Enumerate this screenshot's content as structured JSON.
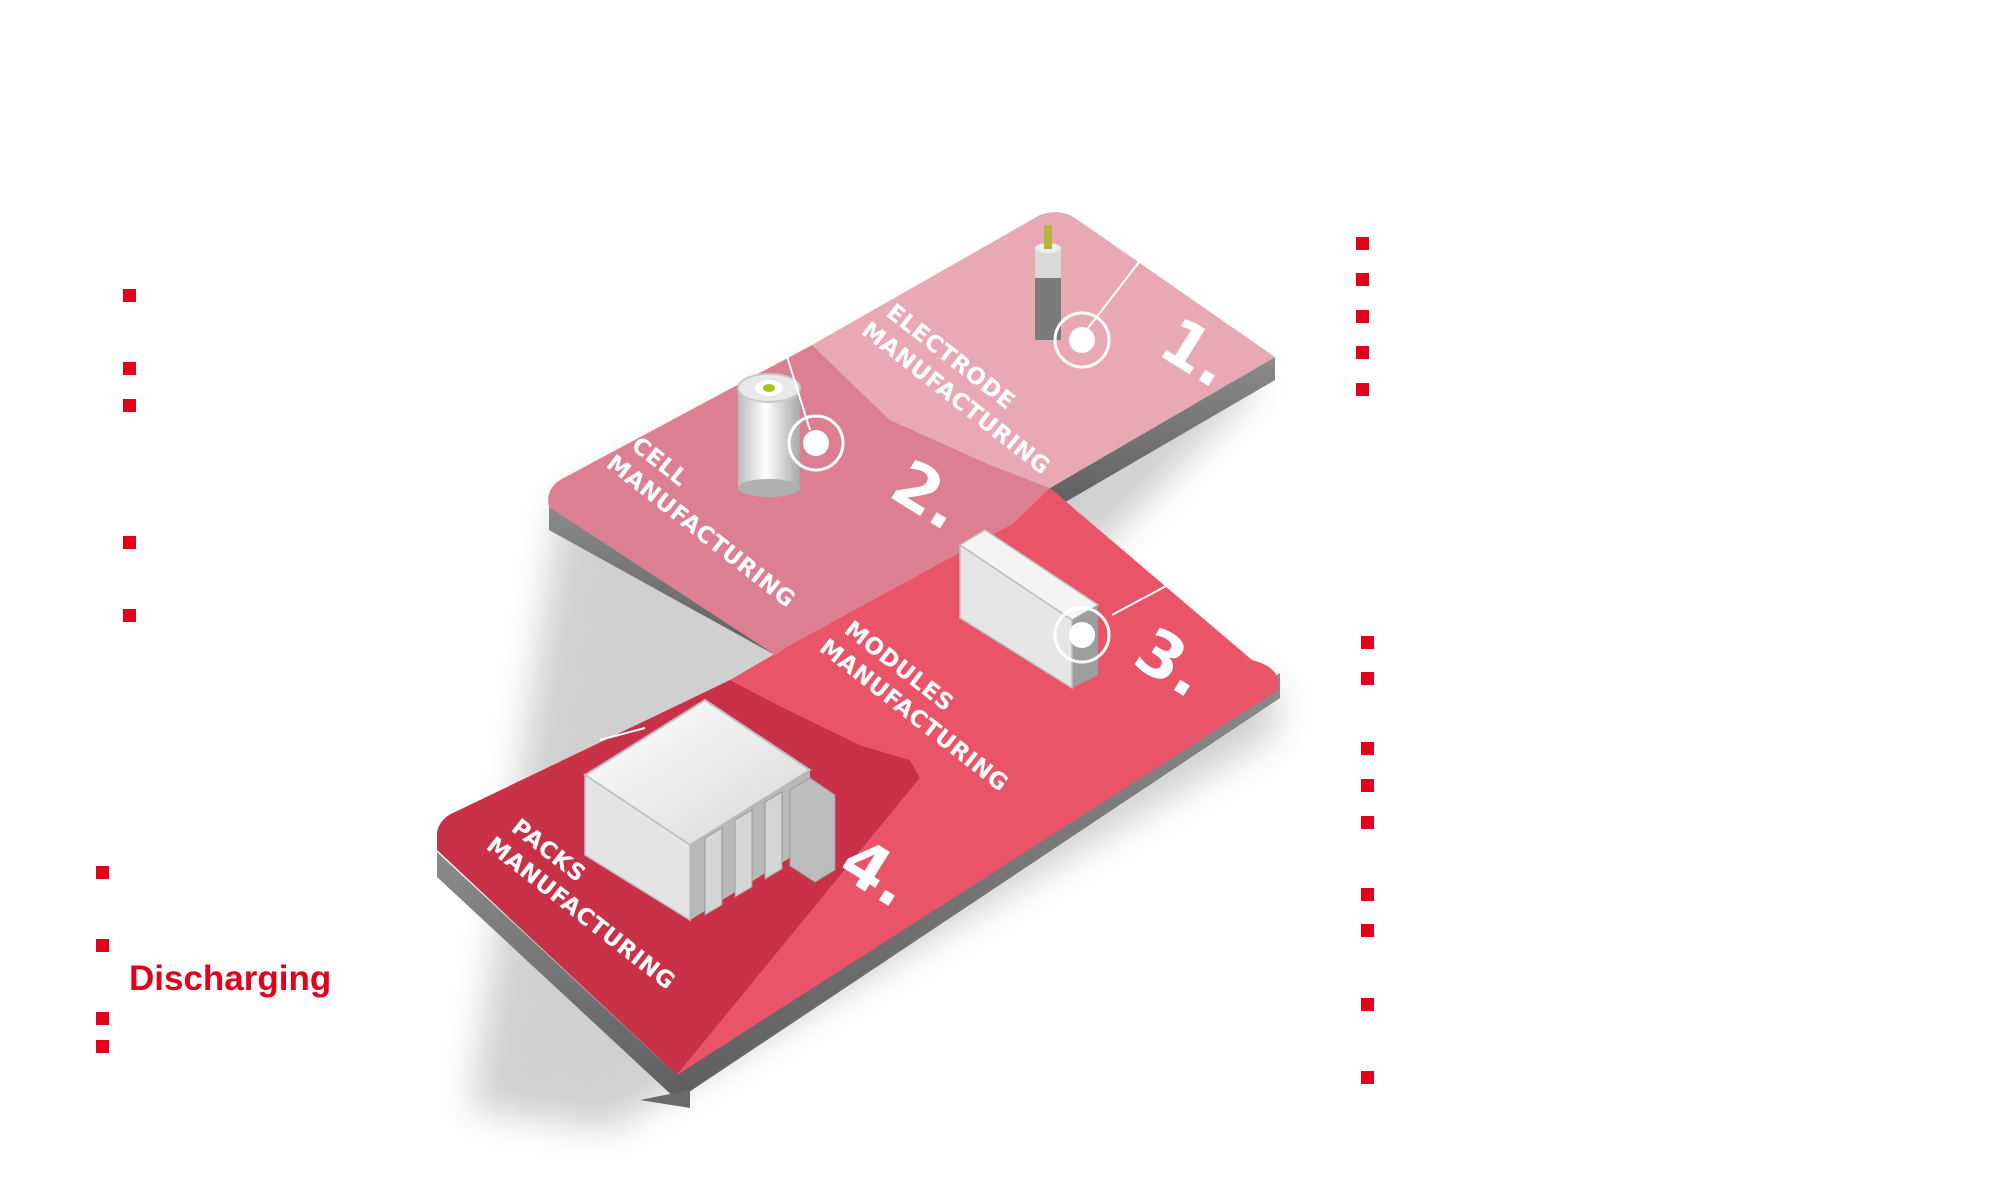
{
  "accent_color": "#e3001b",
  "stages": [
    {
      "number": "1.",
      "title_line1": "ELECTRODE",
      "title_line2": "MANUFACTURING",
      "hotspot_icon": "hotspot-circle-icon",
      "product_icon": "electrode-rod-icon"
    },
    {
      "number": "2.",
      "title_line1": "CELL",
      "title_line2": "MANUFACTURING",
      "hotspot_icon": "hotspot-circle-icon",
      "product_icon": "battery-cell-icon"
    },
    {
      "number": "3.",
      "title_line1": "MODULES",
      "title_line2": "MANUFACTURING",
      "hotspot_icon": "hotspot-circle-icon",
      "product_icon": "battery-module-icon"
    },
    {
      "number": "4.",
      "title_line1": "PACKS",
      "title_line2": "MANUFACTURING",
      "hotspot_icon": "hotspot-circle-icon",
      "product_icon": "battery-pack-icon"
    }
  ],
  "left_menu": {
    "discharging_label": "Discharging"
  },
  "board_colors": {
    "stage1": "#e8a9b5",
    "stage2": "#dc7f90",
    "stage3": "#e95468",
    "stage4": "#c93148",
    "edge": "#6f6f6f"
  }
}
